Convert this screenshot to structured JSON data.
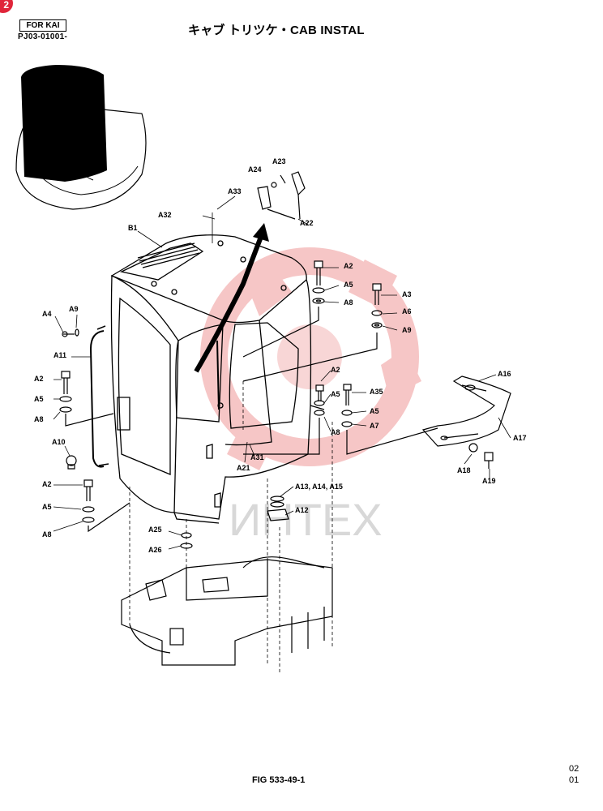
{
  "header": {
    "badge": "2",
    "for_box": "FOR KAI",
    "code": "PJ03-01001-",
    "title": "キャブ トリツケ・CAB INSTAL"
  },
  "watermark": "ИНТЕХ",
  "labels": {
    "B1": "B1",
    "A2a": "A2",
    "A2b": "A2",
    "A2c": "A2",
    "A2d": "A2",
    "A3": "A3",
    "A4": "A4",
    "A5a": "A5",
    "A5b": "A5",
    "A5c": "A5",
    "A5d": "A5",
    "A5e": "A5",
    "A6": "A6",
    "A7": "A7",
    "A8a": "A8",
    "A8b": "A8",
    "A8c": "A8",
    "A8d": "A8",
    "A9a": "A9",
    "A9b": "A9",
    "A10": "A10",
    "A11": "A11",
    "A12": "A12",
    "A13": "A13, A14, A15",
    "A16": "A16",
    "A17": "A17",
    "A18": "A18",
    "A19": "A19",
    "A21": "A21",
    "A22": "A22",
    "A23": "A23",
    "A24": "A24",
    "A25": "A25",
    "A26": "A26",
    "A31": "A31",
    "A32": "A32",
    "A33": "A33",
    "A35": "A35"
  },
  "footer": {
    "figure": "FIG 533-49-1",
    "page_top": "02",
    "page_bottom": "01"
  },
  "colors": {
    "watermark_red": "#f3b3b3",
    "badge": "#e0253a"
  }
}
